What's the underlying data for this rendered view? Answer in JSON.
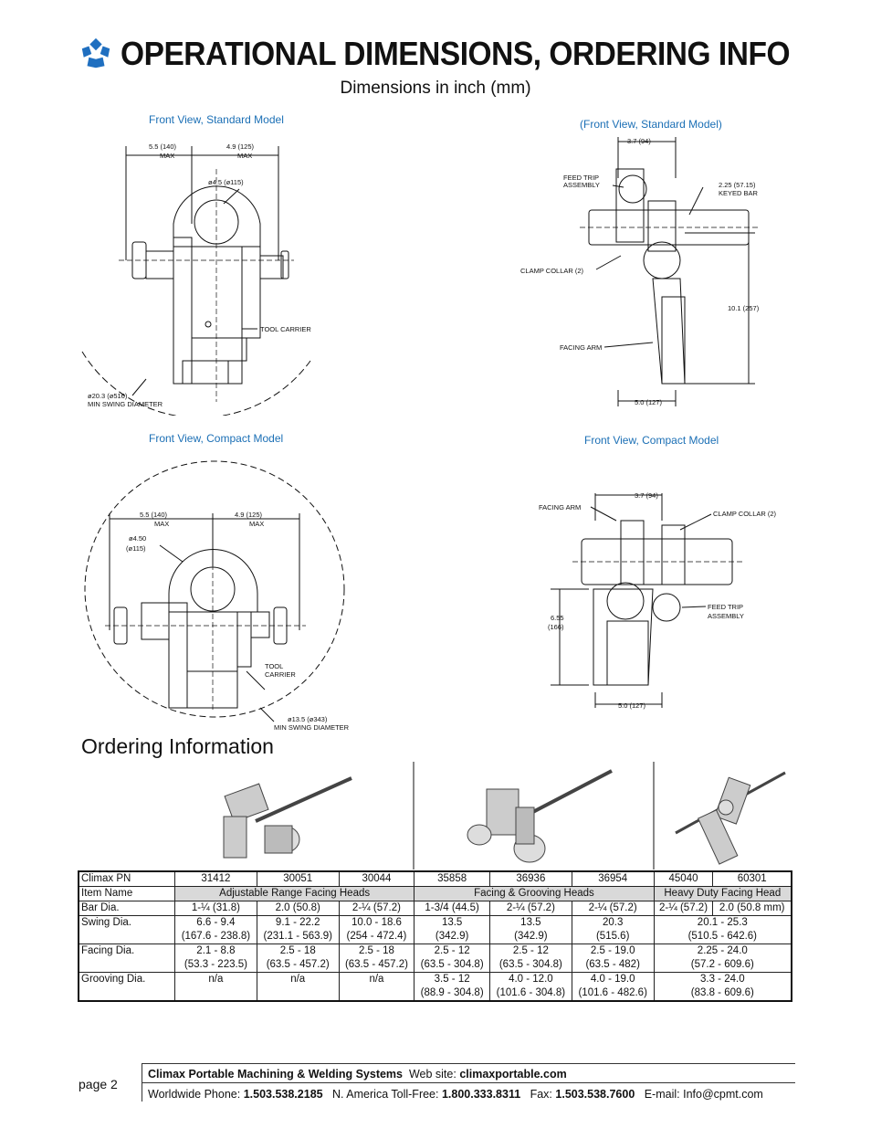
{
  "header": {
    "title": "OPERATIONAL DIMENSIONS, ORDERING INFO",
    "subtitle": "Dimensions in inch (mm)"
  },
  "drawings": {
    "std_front_caption": "Front View, Standard Model",
    "std_side_caption": "(Front View, Standard Model)",
    "cmp_front_caption": "Front View, Compact Model",
    "cmp_side_caption": "Front View, Compact Model",
    "std_front": {
      "dim_left": "5.5  (140)",
      "dim_left_sub": "MAX",
      "dim_right": "4.9  (125)",
      "dim_right_sub": "MAX",
      "bore": "ø4.5  (ø115)",
      "tool_carrier": "TOOL  CARRIER",
      "swing": "ø20.3  (ø516)",
      "swing_sub": "MIN  SWING  DIAMETER"
    },
    "std_side": {
      "top": "3.7  (94)",
      "feed_trip_1": "FEED  TRIP",
      "feed_trip_2": "ASSEMBLY",
      "keyed_1": "2.25  (57.15)",
      "keyed_2": "KEYED  BAR",
      "clamp": "CLAMP  COLLAR  (2)",
      "height": "10.1  (257)",
      "facing_arm": "FACING  ARM",
      "bottom": "5.0  (127)"
    },
    "cmp_front": {
      "dim_left": "5.5  (140)",
      "dim_left_sub": "MAX",
      "dim_right": "4.9  (125)",
      "dim_right_sub": "MAX",
      "bore_1": "ø4.50",
      "bore_2": "(ø115)",
      "tool_1": "TOOL",
      "tool_2": "CARRIER",
      "swing": "ø13.5  (ø343)",
      "swing_sub": "MIN  SWING  DIAMETER"
    },
    "cmp_side": {
      "facing_arm": "FACING  ARM",
      "top": "3.7  (94)",
      "clamp": "CLAMP  COLLAR  (2)",
      "height_1": "6.55",
      "height_2": "(166)",
      "feed_1": "FEED  TRIP",
      "feed_2": "ASSEMBLY",
      "bottom": "5.0  (127)"
    }
  },
  "ordering": {
    "title": "Ordering Information",
    "rows": {
      "pn_label": "Climax PN",
      "pn": [
        "31412",
        "30051",
        "30044",
        "35858",
        "36936",
        "36954",
        "45040",
        "60301"
      ],
      "name_label": "Item Name",
      "names": [
        "Adjustable Range Facing Heads",
        "Facing & Grooving Heads",
        "Heavy Duty Facing Head"
      ],
      "bar_label": "Bar Dia.",
      "bar": [
        "1-¼ (31.8)",
        "2.0 (50.8)",
        "2-¼ (57.2)",
        "1-3/4 (44.5)",
        "2-¼ (57.2)",
        "2-¼ (57.2)",
        "2-¼ (57.2)",
        "2.0 (50.8 mm)"
      ],
      "swing_label": "Swing Dia.",
      "swing_top": [
        "6.6 - 9.4",
        "9.1 - 22.2",
        "10.0 - 18.6",
        "13.5",
        "13.5",
        "20.3",
        "20.1 - 25.3"
      ],
      "swing_bot": [
        "(167.6 - 238.8)",
        "(231.1 - 563.9)",
        "(254 - 472.4)",
        "(342.9)",
        "(342.9)",
        "(515.6)",
        "(510.5 - 642.6)"
      ],
      "facing_label": "Facing Dia.",
      "facing_top": [
        "2.1 - 8.8",
        "2.5 - 18",
        "2.5 - 18",
        "2.5 - 12",
        "2.5 - 12",
        "2.5 - 19.0",
        "2.25 - 24.0"
      ],
      "facing_bot": [
        "(53.3 - 223.5)",
        "(63.5 - 457.2)",
        "(63.5 - 457.2)",
        "(63.5 - 304.8)",
        "(63.5 - 304.8)",
        "(63.5 - 482)",
        "(57.2 - 609.6)"
      ],
      "groove_label": "Grooving Dia.",
      "groove_top": [
        "n/a",
        "n/a",
        "n/a",
        "3.5 - 12",
        "4.0 - 12.0",
        "4.0 - 19.0",
        "3.3 - 24.0"
      ],
      "groove_bot": [
        "",
        "",
        "",
        "(88.9 - 304.8)",
        "(101.6 - 304.8)",
        "(101.6 - 482.6)",
        "(83.8 - 609.6)"
      ]
    }
  },
  "footer": {
    "page": "page 2",
    "company": "Climax Portable Machining & Welding Systems",
    "web_label": "Web site:",
    "web": "climaxportable.com",
    "phone_label": "Worldwide Phone:",
    "phone": "1.503.538.2185",
    "tollfree_label": "N. America Toll-Free:",
    "tollfree": "1.800.333.8311",
    "fax_label": "Fax:",
    "fax": "1.503.538.7600",
    "email_label": "E-mail:",
    "email": "Info@cpmt.com"
  },
  "colors": {
    "logo_blue": "#1f6fc0",
    "caption_blue": "#1b6fb5",
    "table_shade": "#d9d9d9"
  }
}
